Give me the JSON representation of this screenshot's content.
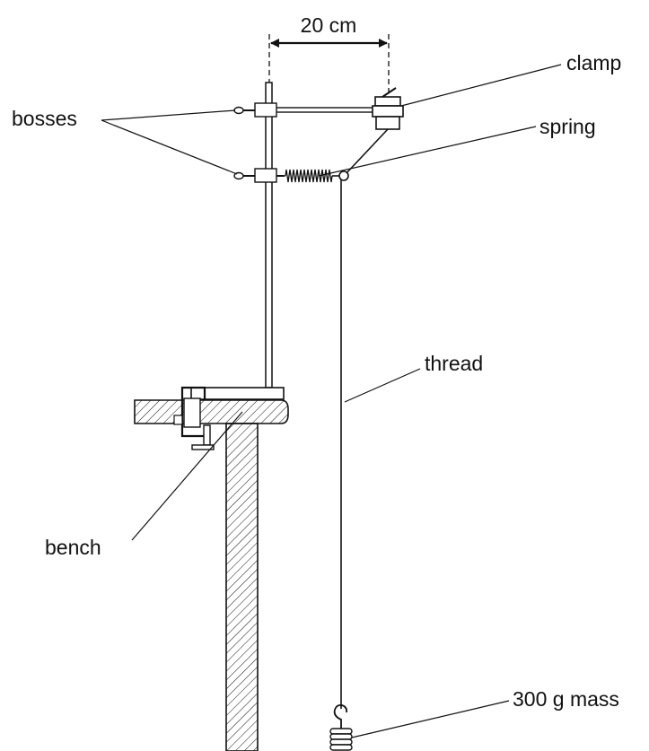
{
  "labels": {
    "distance": "20 cm",
    "clamp": "clamp",
    "bosses": "bosses",
    "spring": "spring",
    "thread": "thread",
    "bench": "bench",
    "mass": "300 g mass"
  },
  "colors": {
    "ink": "#111111",
    "background": "#ffffff"
  }
}
